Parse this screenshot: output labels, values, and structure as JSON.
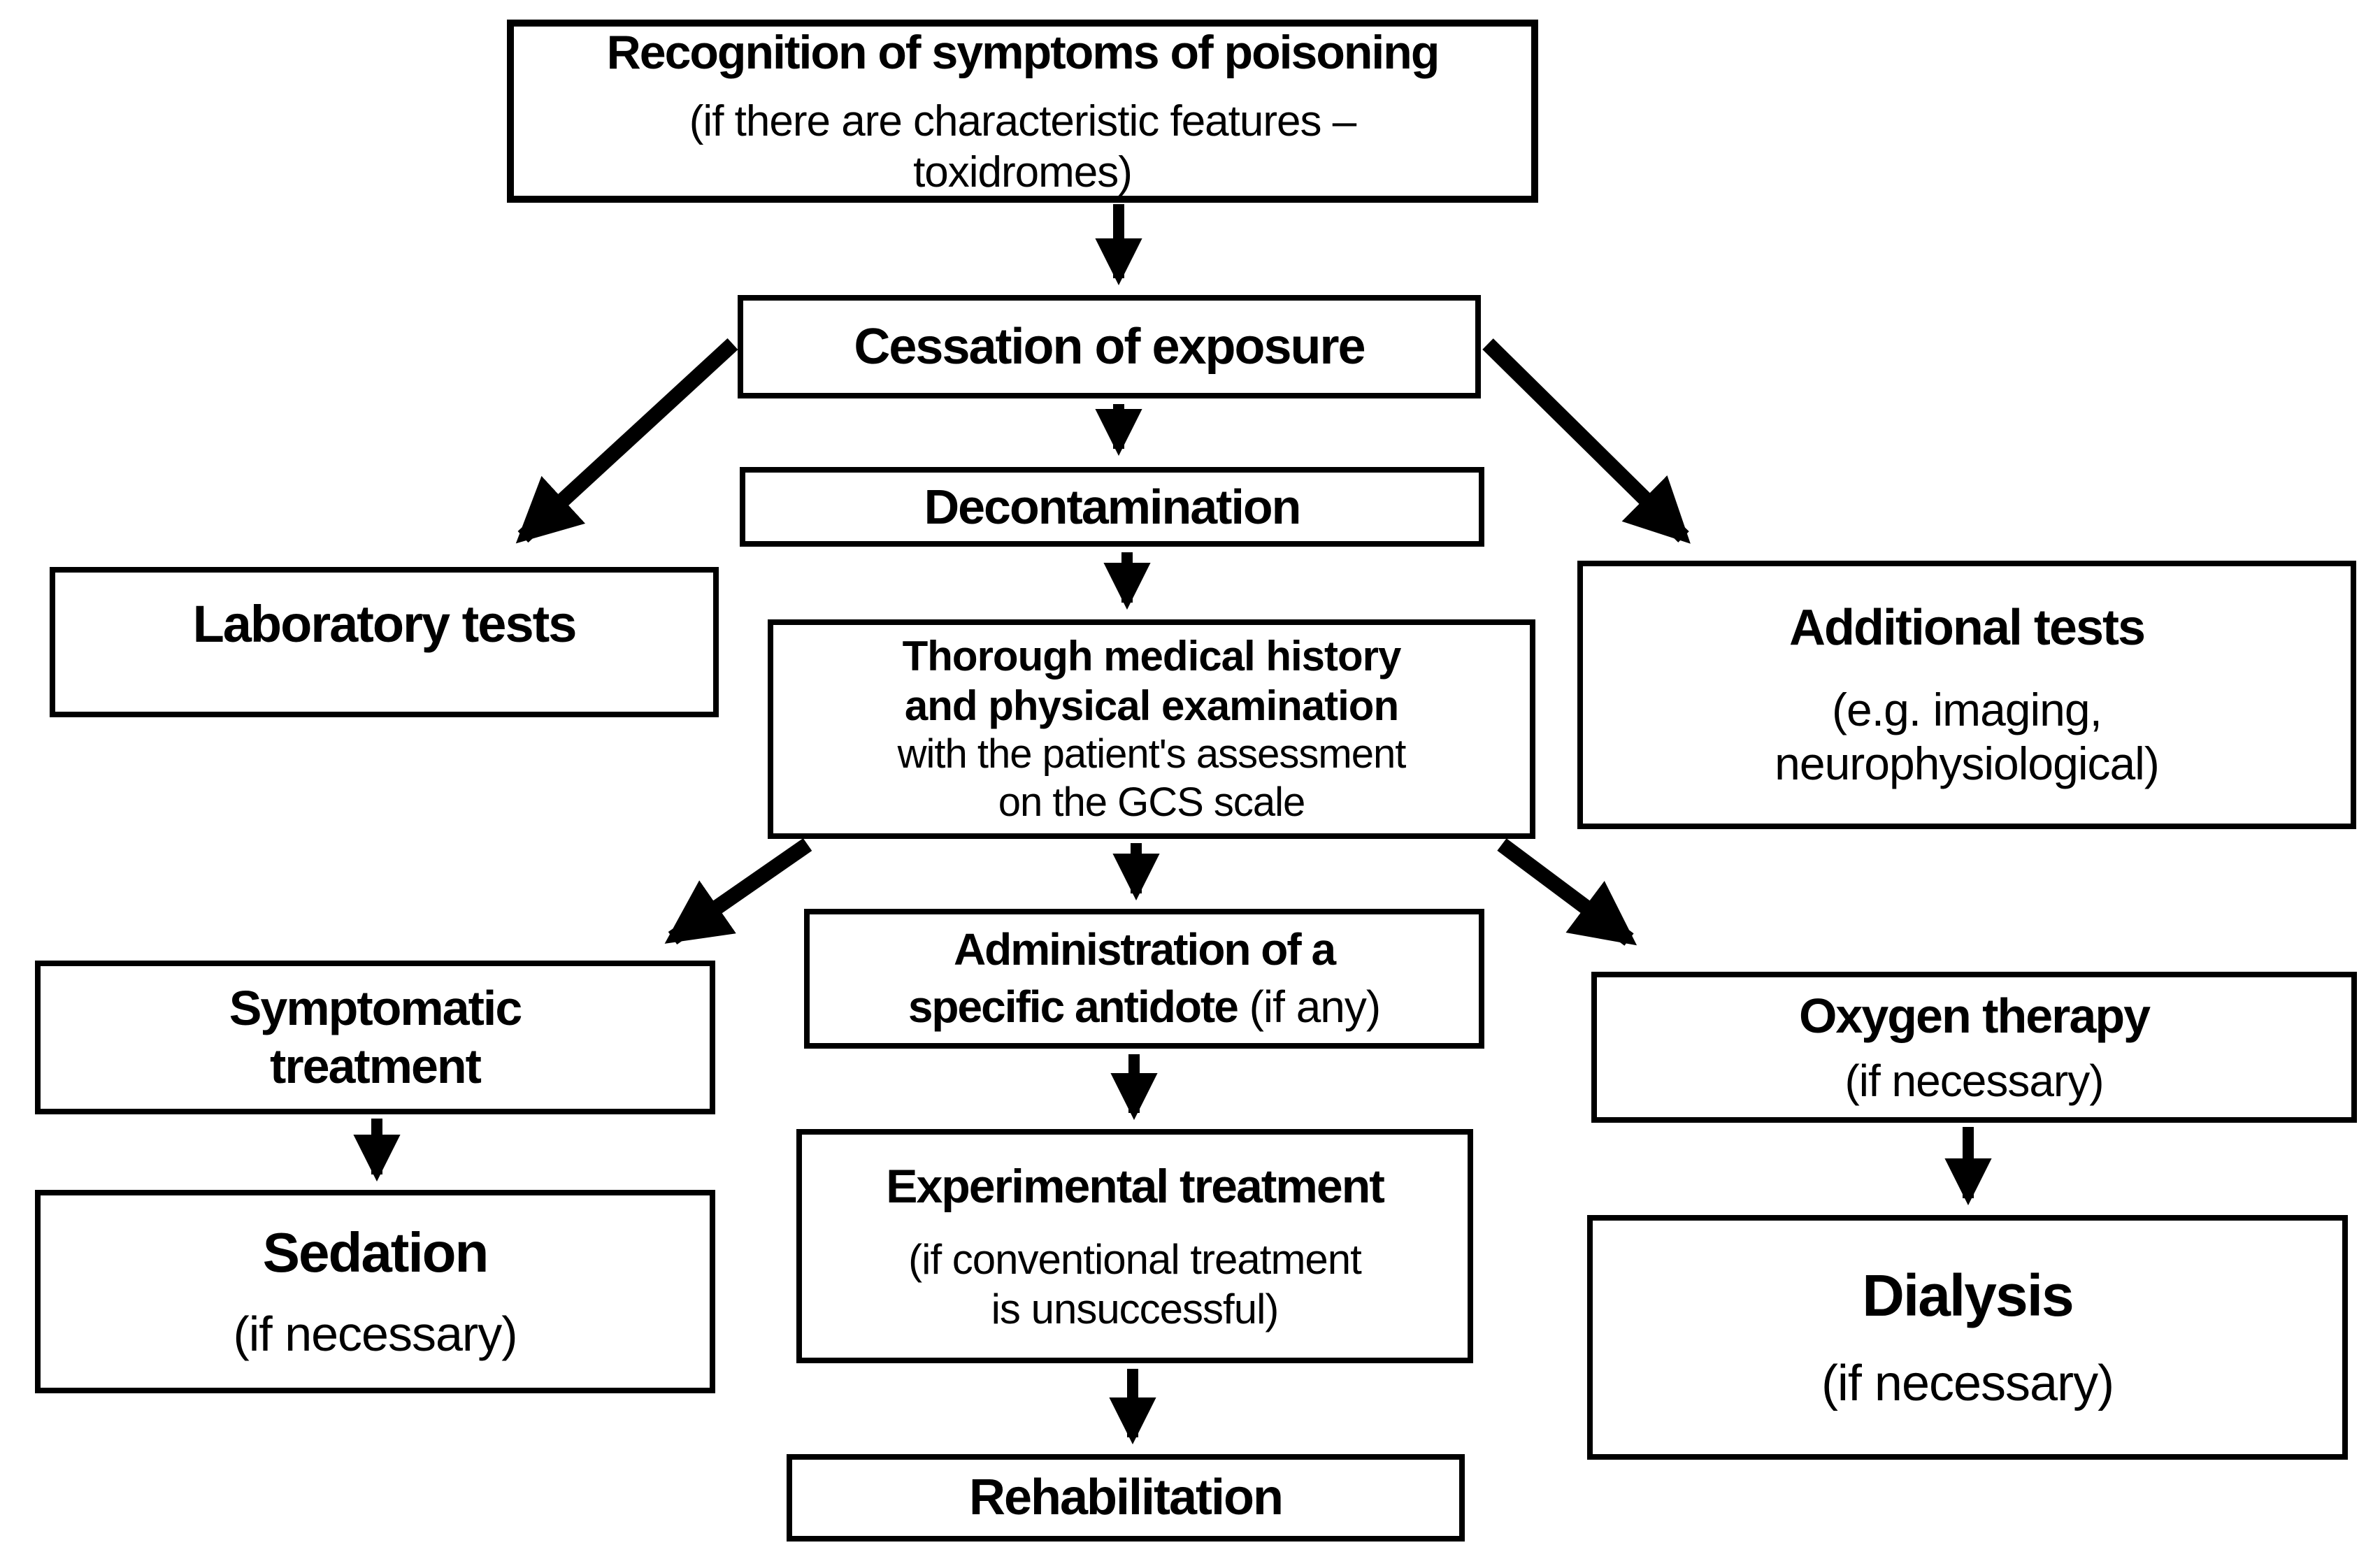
{
  "diagram": {
    "description": "Flowchart of management of poisoning",
    "colors": {
      "ink": "#000000",
      "background": "#ffffff"
    },
    "nodes": {
      "recognition": {
        "title": "Recognition of symptoms of poisoning",
        "subtitle": "(if there are characteristic features –\ntoxidromes)"
      },
      "cessation": {
        "title": "Cessation of exposure"
      },
      "decontamination": {
        "title": "Decontamination"
      },
      "laboratory": {
        "title": "Laboratory tests"
      },
      "additional": {
        "title": "Additional tests",
        "subtitle": "(e.g. imaging,\nneurophysiological)"
      },
      "history": {
        "title": "Thorough medical history\nand physical examination",
        "subtitle": "with the patient's assessment\non the GCS scale"
      },
      "symptomatic": {
        "title": "Symptomatic\ntreatment"
      },
      "antidote": {
        "title": "Administration of a\nspecific antidote",
        "suffix": " (if any)"
      },
      "oxygen": {
        "title": "Oxygen therapy",
        "subtitle": "(if necessary)"
      },
      "sedation": {
        "title": "Sedation",
        "subtitle": "(if necessary)"
      },
      "experimental": {
        "title": "Experimental treatment",
        "subtitle": "(if conventional treatment\nis unsuccessful)"
      },
      "dialysis": {
        "title": "Dialysis",
        "subtitle": "(if necessary)"
      },
      "rehabilitation": {
        "title": "Rehabilitation"
      }
    },
    "edges": [
      {
        "from": "recognition",
        "to": "cessation"
      },
      {
        "from": "cessation",
        "to": "laboratory"
      },
      {
        "from": "cessation",
        "to": "decontamination"
      },
      {
        "from": "cessation",
        "to": "additional"
      },
      {
        "from": "decontamination",
        "to": "history"
      },
      {
        "from": "history",
        "to": "symptomatic"
      },
      {
        "from": "history",
        "to": "antidote"
      },
      {
        "from": "history",
        "to": "oxygen"
      },
      {
        "from": "symptomatic",
        "to": "sedation"
      },
      {
        "from": "antidote",
        "to": "experimental"
      },
      {
        "from": "oxygen",
        "to": "dialysis"
      },
      {
        "from": "experimental",
        "to": "rehabilitation"
      }
    ]
  }
}
